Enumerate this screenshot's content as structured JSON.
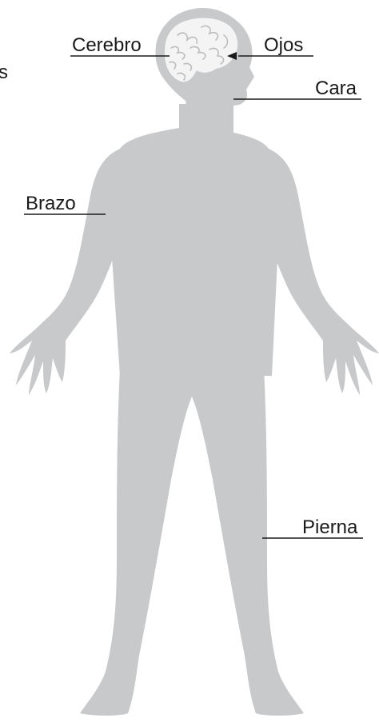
{
  "labels": {
    "cerebro": "Cerebro",
    "ojos": "Ojos",
    "cara": "Cara",
    "brazo": "Brazo",
    "pierna": "Pierna",
    "edge_letter": "s"
  },
  "colors": {
    "body": "#c8c9cb",
    "brain": "#f4f4f4",
    "brain_folds": "#bdbdbd",
    "label_text": "#1a1a1a"
  }
}
